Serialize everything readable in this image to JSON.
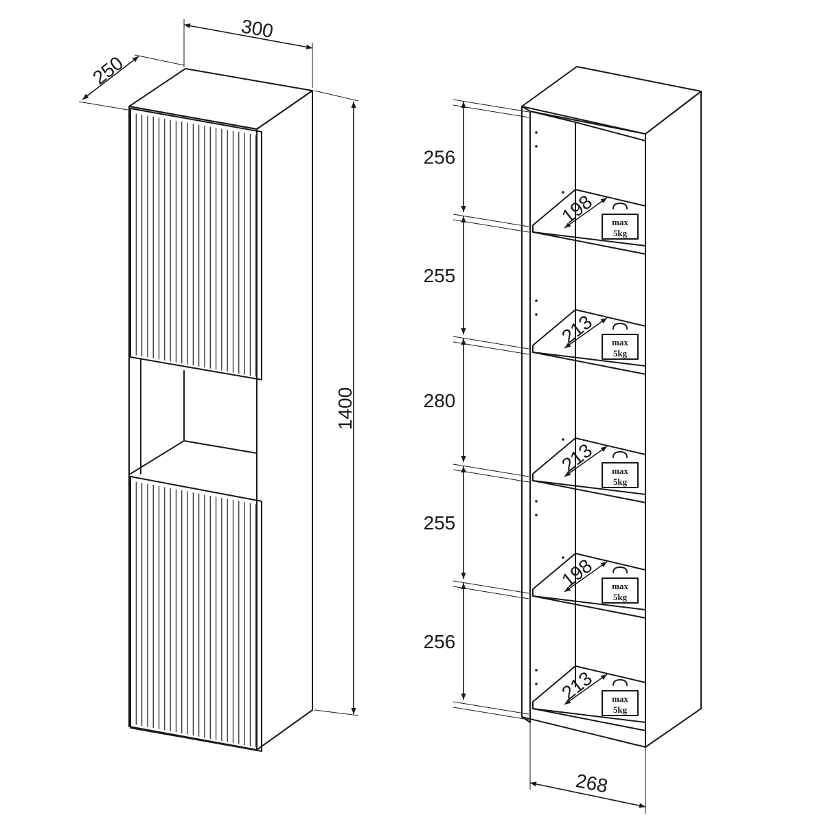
{
  "left_view": {
    "width_label": "300",
    "depth_label": "250",
    "height_label": "1400",
    "rib_count": 22
  },
  "right_view": {
    "compartment_heights": [
      "256",
      "255",
      "280",
      "255",
      "256"
    ],
    "shelf_depths": [
      "198",
      "213",
      "213",
      "198",
      "213"
    ],
    "inner_width_label": "268",
    "load_badge": {
      "line1": "max",
      "line2": "5kg"
    }
  }
}
